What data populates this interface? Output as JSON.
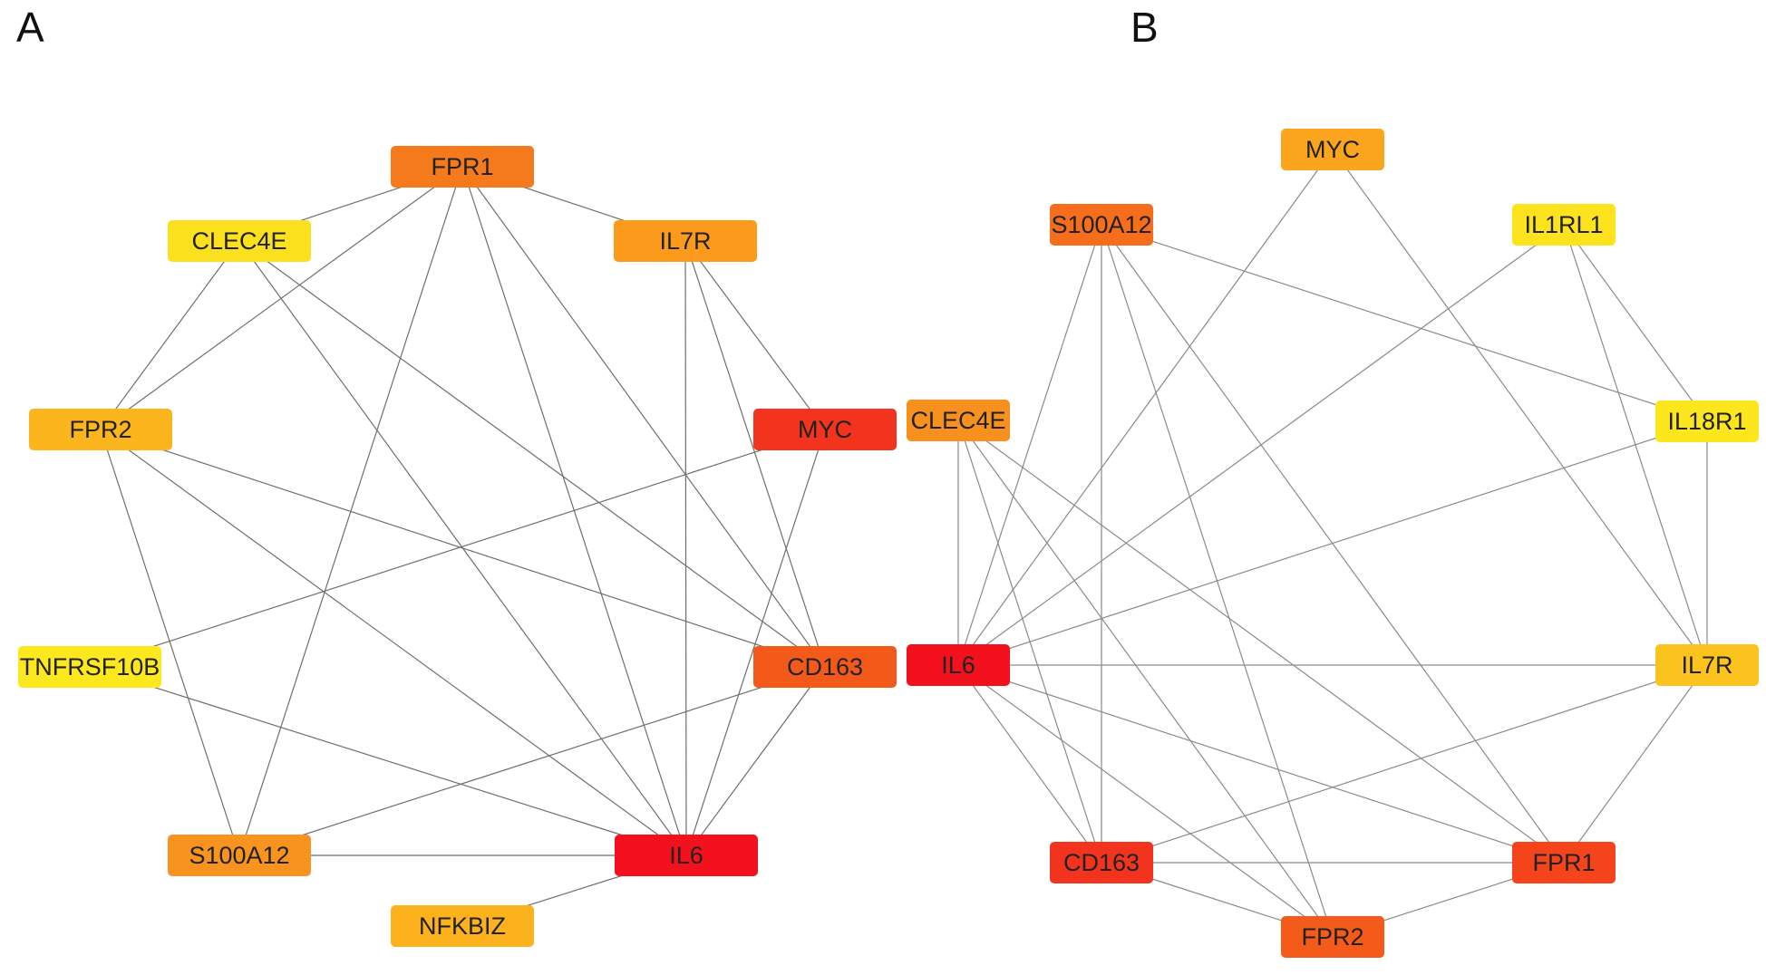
{
  "panels": [
    {
      "label": "A",
      "nodes": [
        {
          "id": "FPR1",
          "label": "FPR1",
          "color": "#f57a1c"
        },
        {
          "id": "CLEC4E",
          "label": "CLEC4E",
          "color": "#fbe01d"
        },
        {
          "id": "IL7R",
          "label": "IL7R",
          "color": "#fb9a1b"
        },
        {
          "id": "FPR2",
          "label": "FPR2",
          "color": "#fcb51d"
        },
        {
          "id": "MYC",
          "label": "MYC",
          "color": "#f2331e"
        },
        {
          "id": "TNFRSF10B",
          "label": "TNFRSF10B",
          "color": "#fce81c"
        },
        {
          "id": "CD163",
          "label": "CD163",
          "color": "#f35a19"
        },
        {
          "id": "S100A12",
          "label": "S100A12",
          "color": "#f99320"
        },
        {
          "id": "IL6",
          "label": "IL6",
          "color": "#f2111c"
        },
        {
          "id": "NFKBIZ",
          "label": "NFKBIZ",
          "color": "#fbb21d"
        }
      ],
      "edges": [
        [
          "FPR1",
          "CLEC4E"
        ],
        [
          "FPR1",
          "IL7R"
        ],
        [
          "FPR1",
          "FPR2"
        ],
        [
          "FPR1",
          "S100A12"
        ],
        [
          "FPR1",
          "IL6"
        ],
        [
          "FPR1",
          "CD163"
        ],
        [
          "CLEC4E",
          "FPR2"
        ],
        [
          "CLEC4E",
          "IL6"
        ],
        [
          "CLEC4E",
          "CD163"
        ],
        [
          "IL7R",
          "MYC"
        ],
        [
          "IL7R",
          "IL6"
        ],
        [
          "IL7R",
          "CD163"
        ],
        [
          "FPR2",
          "S100A12"
        ],
        [
          "FPR2",
          "IL6"
        ],
        [
          "FPR2",
          "CD163"
        ],
        [
          "MYC",
          "TNFRSF10B"
        ],
        [
          "MYC",
          "IL6"
        ],
        [
          "TNFRSF10B",
          "IL6"
        ],
        [
          "CD163",
          "IL6"
        ],
        [
          "CD163",
          "S100A12"
        ],
        [
          "S100A12",
          "IL6"
        ],
        [
          "IL6",
          "NFKBIZ"
        ]
      ]
    },
    {
      "label": "B",
      "nodes": [
        {
          "id": "MYC",
          "label": "MYC",
          "color": "#fba41e"
        },
        {
          "id": "S100A12",
          "label": "S100A12",
          "color": "#f66d1c"
        },
        {
          "id": "IL1RL1",
          "label": "IL1RL1",
          "color": "#fce31d"
        },
        {
          "id": "CLEC4E",
          "label": "CLEC4E",
          "color": "#f8901f"
        },
        {
          "id": "IL18R1",
          "label": "IL18R1",
          "color": "#fce61d"
        },
        {
          "id": "IL6",
          "label": "IL6",
          "color": "#f2111c"
        },
        {
          "id": "IL7R",
          "label": "IL7R",
          "color": "#fcc21d"
        },
        {
          "id": "CD163",
          "label": "CD163",
          "color": "#f2341e"
        },
        {
          "id": "FPR1",
          "label": "FPR1",
          "color": "#f5441c"
        },
        {
          "id": "FPR2",
          "label": "FPR2",
          "color": "#f45a1a"
        }
      ],
      "edges": [
        [
          "MYC",
          "IL6"
        ],
        [
          "MYC",
          "IL7R"
        ],
        [
          "S100A12",
          "IL18R1"
        ],
        [
          "S100A12",
          "IL6"
        ],
        [
          "S100A12",
          "CD163"
        ],
        [
          "S100A12",
          "FPR1"
        ],
        [
          "S100A12",
          "FPR2"
        ],
        [
          "IL1RL1",
          "IL6"
        ],
        [
          "IL1RL1",
          "IL18R1"
        ],
        [
          "IL1RL1",
          "IL7R"
        ],
        [
          "IL18R1",
          "IL6"
        ],
        [
          "IL18R1",
          "IL7R"
        ],
        [
          "CLEC4E",
          "IL6"
        ],
        [
          "CLEC4E",
          "CD163"
        ],
        [
          "CLEC4E",
          "FPR1"
        ],
        [
          "CLEC4E",
          "FPR2"
        ],
        [
          "IL6",
          "IL7R"
        ],
        [
          "IL6",
          "CD163"
        ],
        [
          "IL6",
          "FPR1"
        ],
        [
          "IL6",
          "FPR2"
        ],
        [
          "IL7R",
          "CD163"
        ],
        [
          "IL7R",
          "FPR1"
        ],
        [
          "CD163",
          "FPR1"
        ],
        [
          "CD163",
          "FPR2"
        ],
        [
          "FPR1",
          "FPR2"
        ]
      ]
    }
  ]
}
